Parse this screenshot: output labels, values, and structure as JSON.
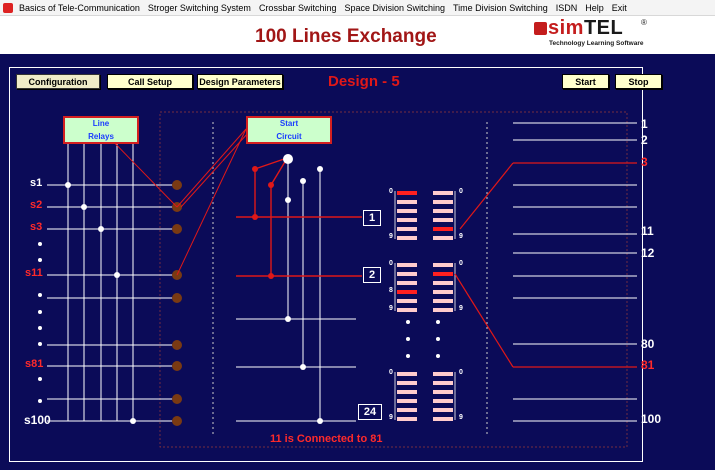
{
  "menu": {
    "items": [
      "Basics of Tele-Communication",
      "Stroger Switching System",
      "Crossbar Switching",
      "Space Division Switching",
      "Time Division Switching",
      "ISDN",
      "Help",
      "Exit"
    ]
  },
  "header": {
    "title": "100 Lines Exchange",
    "logo": {
      "sim": "sim",
      "tel": "TEL",
      "reg": "®",
      "tagline": "Technology Learning Software"
    }
  },
  "toolbar": {
    "configuration": "Configuration",
    "call_setup": "Call Setup",
    "design_parameters": "Design Parameters",
    "start": "Start",
    "stop": "Stop"
  },
  "design_title": "Design - 5",
  "line_relays_box": {
    "line1": "Line",
    "line2": "Relays"
  },
  "start_circuit_box": {
    "line1": "Start",
    "line2": "Circuit"
  },
  "subscribers": [
    {
      "label": "s1",
      "color": "white"
    },
    {
      "label": "s2",
      "color": "red"
    },
    {
      "label": "s3",
      "color": "red"
    },
    {
      "label": "s11",
      "color": "red"
    },
    {
      "label": "s81",
      "color": "red"
    },
    {
      "label": "s100",
      "color": "white"
    }
  ],
  "outputs": [
    {
      "label": "1",
      "color": "white"
    },
    {
      "label": "2",
      "color": "white"
    },
    {
      "label": "3",
      "color": "red"
    },
    {
      "label": "11",
      "color": "white"
    },
    {
      "label": "12",
      "color": "white"
    },
    {
      "label": "80",
      "color": "white"
    },
    {
      "label": "81",
      "color": "red"
    },
    {
      "label": "100",
      "color": "white"
    }
  ],
  "link_numbers": [
    "1",
    "2",
    "24"
  ],
  "digit_labels": {
    "zero": "0",
    "nine": "9",
    "eight": "8"
  },
  "status": "11 is Connected to 81",
  "colors": {
    "background": "#0b0b58",
    "accent_red": "#e01818",
    "relay_box": "#ccffcc",
    "relay_text": "#1a3cff",
    "contact": "#7a3a12",
    "button": "#ffffcc"
  }
}
